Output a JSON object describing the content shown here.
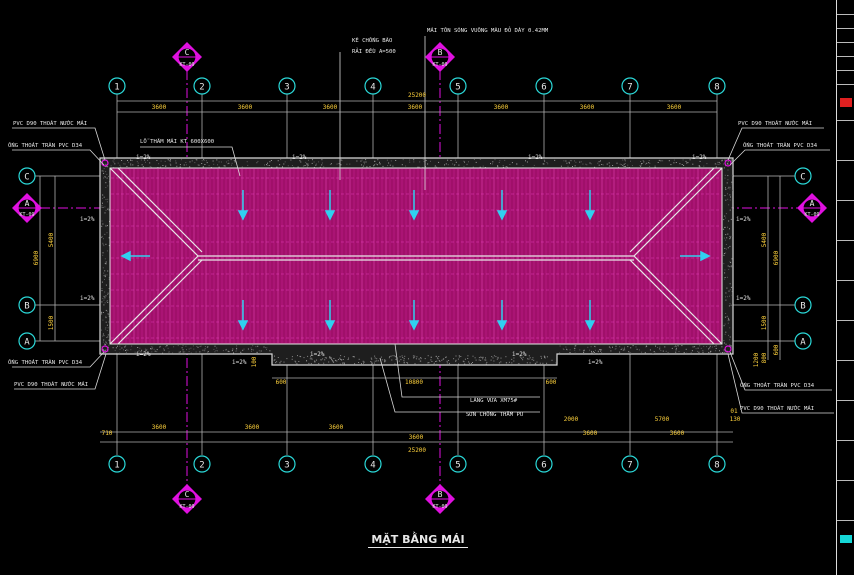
{
  "drawing": {
    "title": "MẶT BẰNG MÁI",
    "grid_columns": [
      "1",
      "2",
      "3",
      "4",
      "5",
      "6",
      "7",
      "8"
    ],
    "grid_rows": [
      "C",
      "B",
      "A"
    ],
    "section_callouts": {
      "c_top": {
        "letter": "C",
        "ref": "KT-09"
      },
      "b_top": {
        "letter": "B",
        "ref": "KT-09"
      },
      "a_left": {
        "letter": "A",
        "ref": "KT-09"
      },
      "a_right": {
        "letter": "A",
        "ref": "KT-09"
      },
      "c_bottom": {
        "letter": "C",
        "ref": "KT-09"
      },
      "b_bottom": {
        "letter": "B",
        "ref": "KT-09"
      }
    },
    "dimensions": {
      "overall": "25200",
      "top_spans": [
        "3600",
        "3600",
        "3600",
        "3600",
        "3600",
        "3600",
        "3600"
      ],
      "bottom_spans": [
        "710",
        "3600",
        "3600",
        "3600",
        "3600",
        "2000",
        "3600",
        "5700",
        "3600",
        "130"
      ],
      "left_vertical": [
        "6900",
        "5400",
        "1500"
      ],
      "right_vertical": [
        "6900",
        "5400",
        "1500",
        "1200",
        "800",
        "600"
      ],
      "notch_left": "600",
      "notch_width": "10800",
      "notch_right": "600",
      "small_marks": [
        "100",
        "01"
      ]
    },
    "slope_labels": [
      "i=2%",
      "i=2%",
      "i=2%",
      "i=2%",
      "i=2%",
      "i=2%",
      "i=2%",
      "i=2%",
      "i=2%",
      "i=2%",
      "i=2%",
      "i=2%",
      "i=2%"
    ],
    "notes": {
      "anti_swallow": [
        "KẼ CHỐNG BÃO",
        "RẢI ĐỀU A=500"
      ],
      "roof_sheet": "MÁI TÔN SÓNG VUÔNG MÀU ĐỎ DÀY 0.42MM",
      "pvc_drain_tl": "PVC D90 THOÁT NƯỚC MÁI",
      "overflow_tl": "ỐNG THOÁT TRÀN PVC D34",
      "hatch": "LỖ THĂM MÁI KT 600X600",
      "pvc_drain_tr": "PVC D90 THOÁT NƯỚC MÁI",
      "overflow_tr": "ỐNG THOÁT TRÀN PVC D34",
      "overflow_bl": "ỐNG THOÁT TRÀN PVC D34",
      "pvc_drain_bl": "PVC D90 THOÁT NƯỚC MÁI",
      "overflow_br": "ỐNG THOÁT TRÀN PVC D34",
      "pvc_drain_br": "PVC D90 THOÁT NƯỚC MÁI",
      "mortar": "LÁNG VỮA XM75#",
      "waterproof": "SƠN CHỐNG THẤM PU"
    },
    "colors": {
      "background": "#000000",
      "roof_sheet": "#a0106a",
      "axis_lines": "#8c8c8c",
      "grid_bubble": "#2bd9d9",
      "section_marker": "#e010e0",
      "dimension_text": "#ffd23c",
      "ridge": "#e8e8e8",
      "arrows": "#30d0f0"
    }
  }
}
